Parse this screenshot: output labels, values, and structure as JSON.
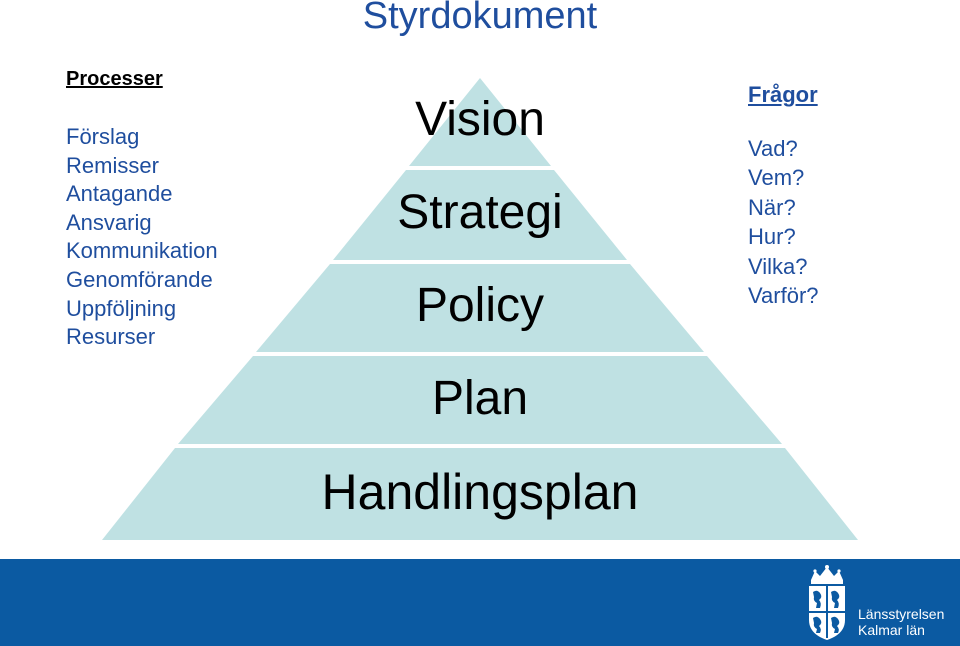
{
  "title": "Styrdokument",
  "left": {
    "heading": "Processer",
    "items": [
      "Förslag",
      "Remisser",
      "Antagande",
      "Ansvarig",
      "Kommunikation",
      "Genomförande",
      "Uppföljning",
      "Resurser"
    ]
  },
  "right": {
    "heading": "Frågor",
    "items": [
      "Vad?",
      "Vem?",
      "När?",
      "Hur?",
      "Vilka?",
      "Varför?"
    ]
  },
  "pyramid": {
    "fill_color": "#bfe1e3",
    "levels": [
      "Vision",
      "Strategi",
      "Policy",
      "Plan",
      "Handlingsplan"
    ]
  },
  "footer": {
    "background": "#0b5aa2",
    "org_name_line1": "Länsstyrelsen",
    "org_name_line2": "Kalmar län"
  }
}
